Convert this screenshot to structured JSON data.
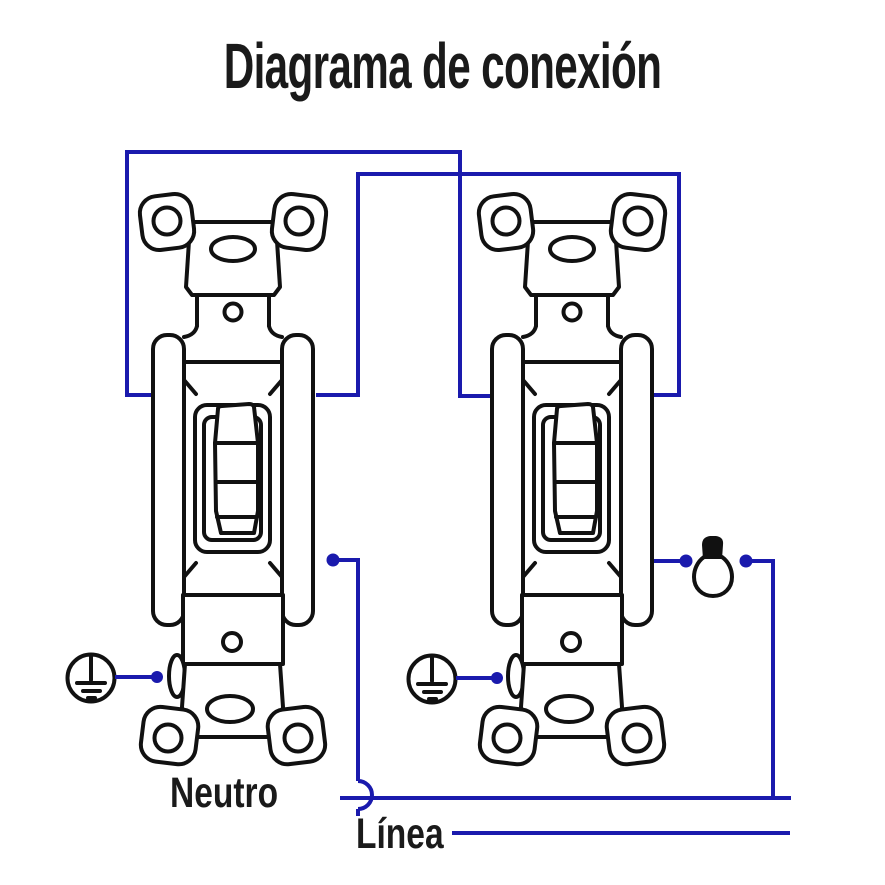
{
  "title": "Diagrama de conexión",
  "labels": {
    "neutral": "Neutro",
    "line": "Línea"
  },
  "colors": {
    "wire": "#1A1AAD",
    "ink": "#111111",
    "title_ink": "#1a1a1a",
    "background": "#ffffff"
  },
  "components": {
    "left_switch": "toggle-switch-front-view",
    "right_switch": "toggle-switch-front-view",
    "left_ground": "earth-ground-symbol",
    "right_ground": "earth-ground-symbol",
    "lamp": "incandescent-bulb-symbol"
  }
}
